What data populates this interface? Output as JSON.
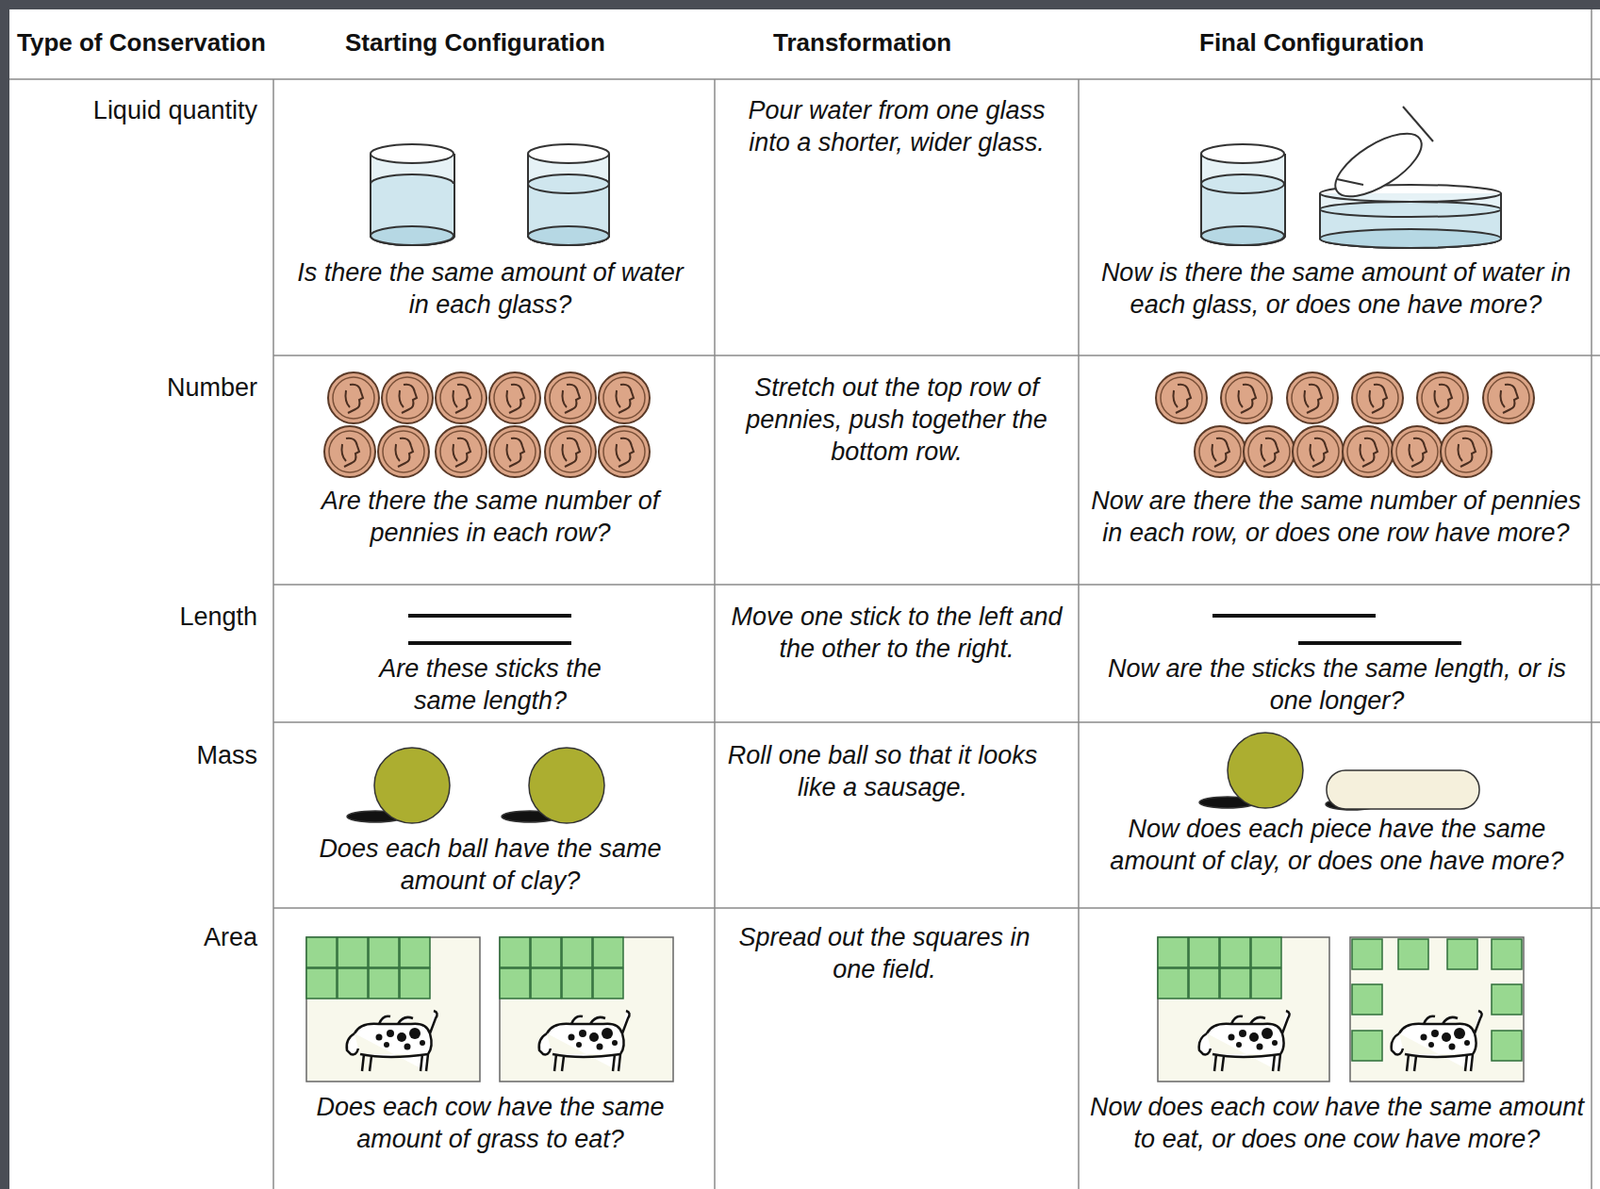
{
  "diagram": {
    "labels": [
      "Type of Conservation",
      "Starting Configuration",
      "Transformation",
      "Final Configuration",
      "Liquid quantity",
      "Is there the same amount of water in each glass?",
      "Pour water from one glass into a shorter, wider glass.",
      "Now is there the same amount of water in each glass, or does one have more?",
      "Number",
      "Are there the same number of pennies in each row?",
      "Stretch out the top row of pennies, push together the bottom row.",
      "Now are there the same number of pennies in each row, or does one row have more?",
      "Length",
      "Are these sticks the same length?",
      "Move one stick to the left and the other to the right.",
      "Now are the sticks the same length, or is one longer?",
      "Mass",
      "Does each ball have the same amount of clay?",
      "Roll one ball so that it looks like a sausage.",
      "Now does each piece have the same amount of clay, or does one have more?",
      "Area",
      "Does each cow have the same amount of grass to eat?",
      "Spread out the squares in one field.",
      "Now does each cow have the same amount to eat, or does one cow have more?"
    ]
  }
}
